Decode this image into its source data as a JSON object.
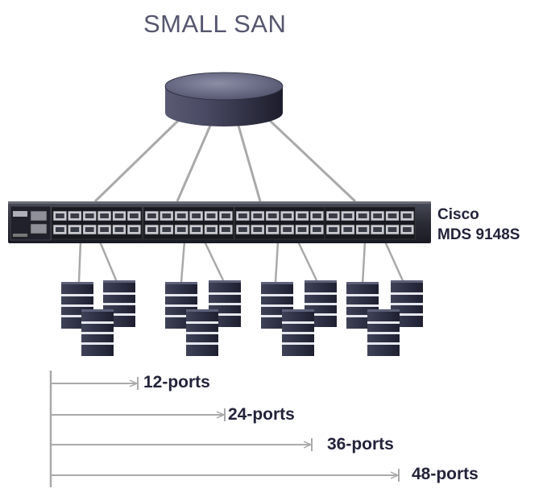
{
  "title": "SMALL SAN",
  "switch": {
    "vendor": "Cisco",
    "model": "MDS 9148S"
  },
  "port_scale": [
    {
      "label": "12-ports",
      "ports": 12
    },
    {
      "label": "24-ports",
      "ports": 24
    },
    {
      "label": "36-ports",
      "ports": 36
    },
    {
      "label": "48-ports",
      "ports": 48
    }
  ],
  "colors": {
    "title": "#55566e",
    "text": "#23233a",
    "lines": "#aaaaaa",
    "switch_body": "#2b2d37",
    "server": "#2c2f42",
    "storage": "#3c3d55"
  },
  "icons": {
    "storage": "storage-cylinder-icon",
    "switch": "fc-switch-icon",
    "server": "server-icon"
  }
}
